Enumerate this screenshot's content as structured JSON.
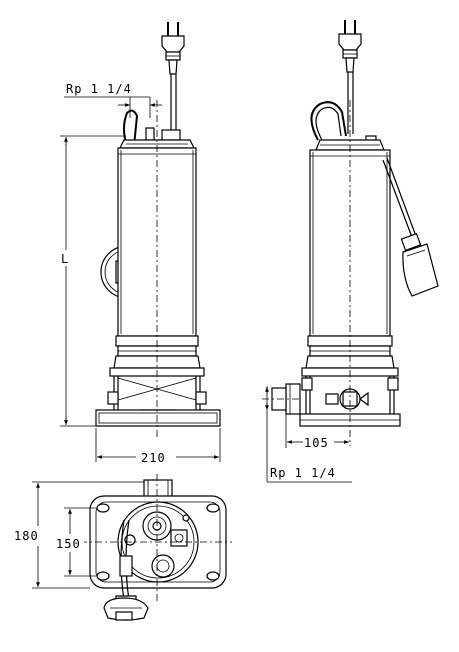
{
  "labels": {
    "rp_top": "Rp  1  1/4",
    "length": "L",
    "width_base": "210",
    "side_offset": "105",
    "rp_side": "Rp  1  1/4",
    "height_outer": "180",
    "height_inner": "150"
  },
  "colors": {
    "line": "#000000",
    "background": "#ffffff"
  }
}
